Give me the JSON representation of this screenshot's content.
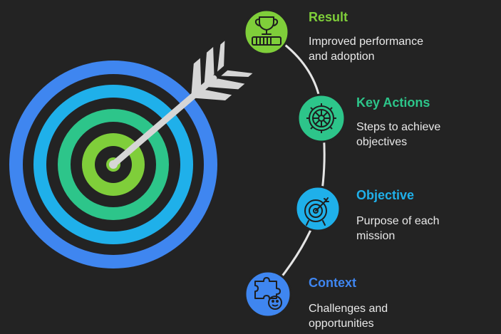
{
  "colors": {
    "background": "#232323",
    "ring_blue": "#3f86f0",
    "ring_cyan": "#1fb0ea",
    "ring_green": "#2dc58a",
    "ring_lime": "#7fce3a",
    "arrow": "#d6d6d6",
    "arc": "#e5e5e5"
  },
  "steps": [
    {
      "title": "Result",
      "desc_lines": [
        "Improved performance",
        "and adoption"
      ],
      "icon": "trophy-icon",
      "color": "#7fce3a"
    },
    {
      "title": "Key Actions",
      "desc_lines": [
        "Steps to achieve",
        "objectives"
      ],
      "icon": "gear-icon",
      "color": "#2dc58a"
    },
    {
      "title": "Objective",
      "desc_lines": [
        "Purpose of each",
        "mission"
      ],
      "icon": "target-icon",
      "color": "#1fb0ea"
    },
    {
      "title": "Context",
      "desc_lines": [
        "Challenges and",
        "opportunities"
      ],
      "icon": "puzzle-icon",
      "color": "#3f86f0"
    }
  ]
}
